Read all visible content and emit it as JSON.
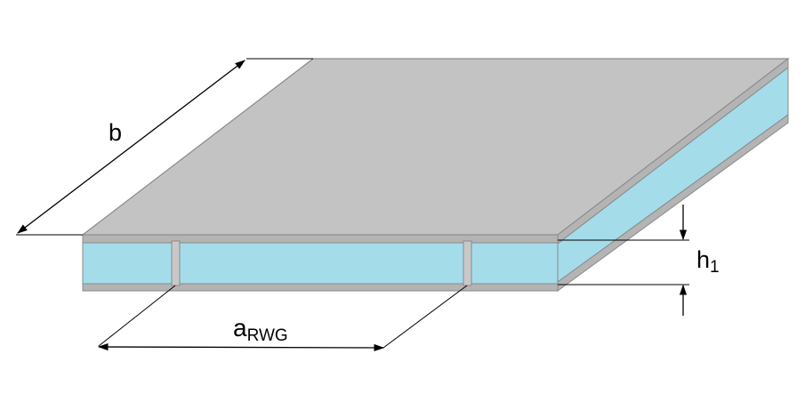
{
  "labels": {
    "b": "b",
    "a_main": "a",
    "a_sub": "RWG",
    "h_main": "h",
    "h_sub": "1"
  },
  "colors": {
    "top_plate": "#c3c3c3",
    "plate_edge": "#a9a9a9",
    "dielectric": "#a4dcea",
    "wall": "#c8c8c8",
    "line": "#000000",
    "background": "#ffffff"
  }
}
